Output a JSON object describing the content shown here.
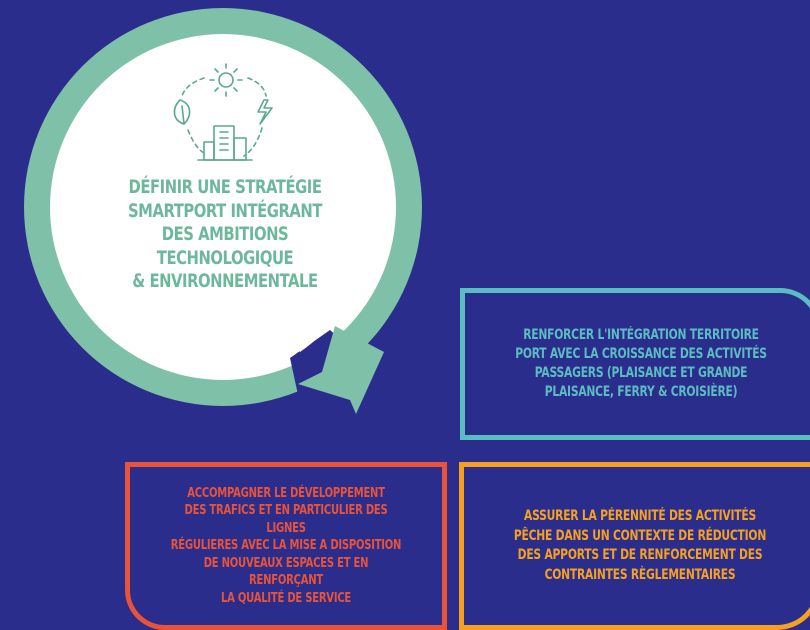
{
  "circle": {
    "title": "DÉFINIR UNE STRATÉGIE\nSMARTPORT INTÉGRANT\nDES AMBITIONS\nTECHNOLOGIQUE\n& ENVIRONNEMENTALE"
  },
  "boxes": {
    "teal": "RENFORCER L'INTÉGRATION TERRITOIRE\nPORT AVEC LA CROISSANCE DES ACTIVITÉS\nPASSAGERS (PLAISANCE ET GRANDE\nPLAISANCE, FERRY & CROISIÈRE)",
    "red": "ACCOMPAGNER LE DÉVELOPPEMENT\nDES TRAFICS ET EN PARTICULIER DES LIGNES\nRÉGULIERES AVEC LA MISE A DISPOSITION\nDE NOUVEAUX ESPACES ET EN RENFORÇANT\nLA QUALITÉ DE SERVICE",
    "orange": "ASSURER LA PÉRENNITÉ DES ACTIVITÉS\nPÊCHE DANS UN CONTEXTE DE RÉDUCTION\nDES APPORTS ET DE RENFORCEMENT DES\nCONTRAINTES RÈGLEMENTAIRES"
  },
  "colors": {
    "background": "#2b2d8c",
    "circle_green": "#7fc0a8",
    "teal": "#5bbcc2",
    "red": "#e8533a",
    "orange": "#f5a020"
  },
  "icons": [
    "sun-icon",
    "leaf-icon",
    "lightning-icon",
    "building-icon",
    "cycle-arrows-icon"
  ]
}
